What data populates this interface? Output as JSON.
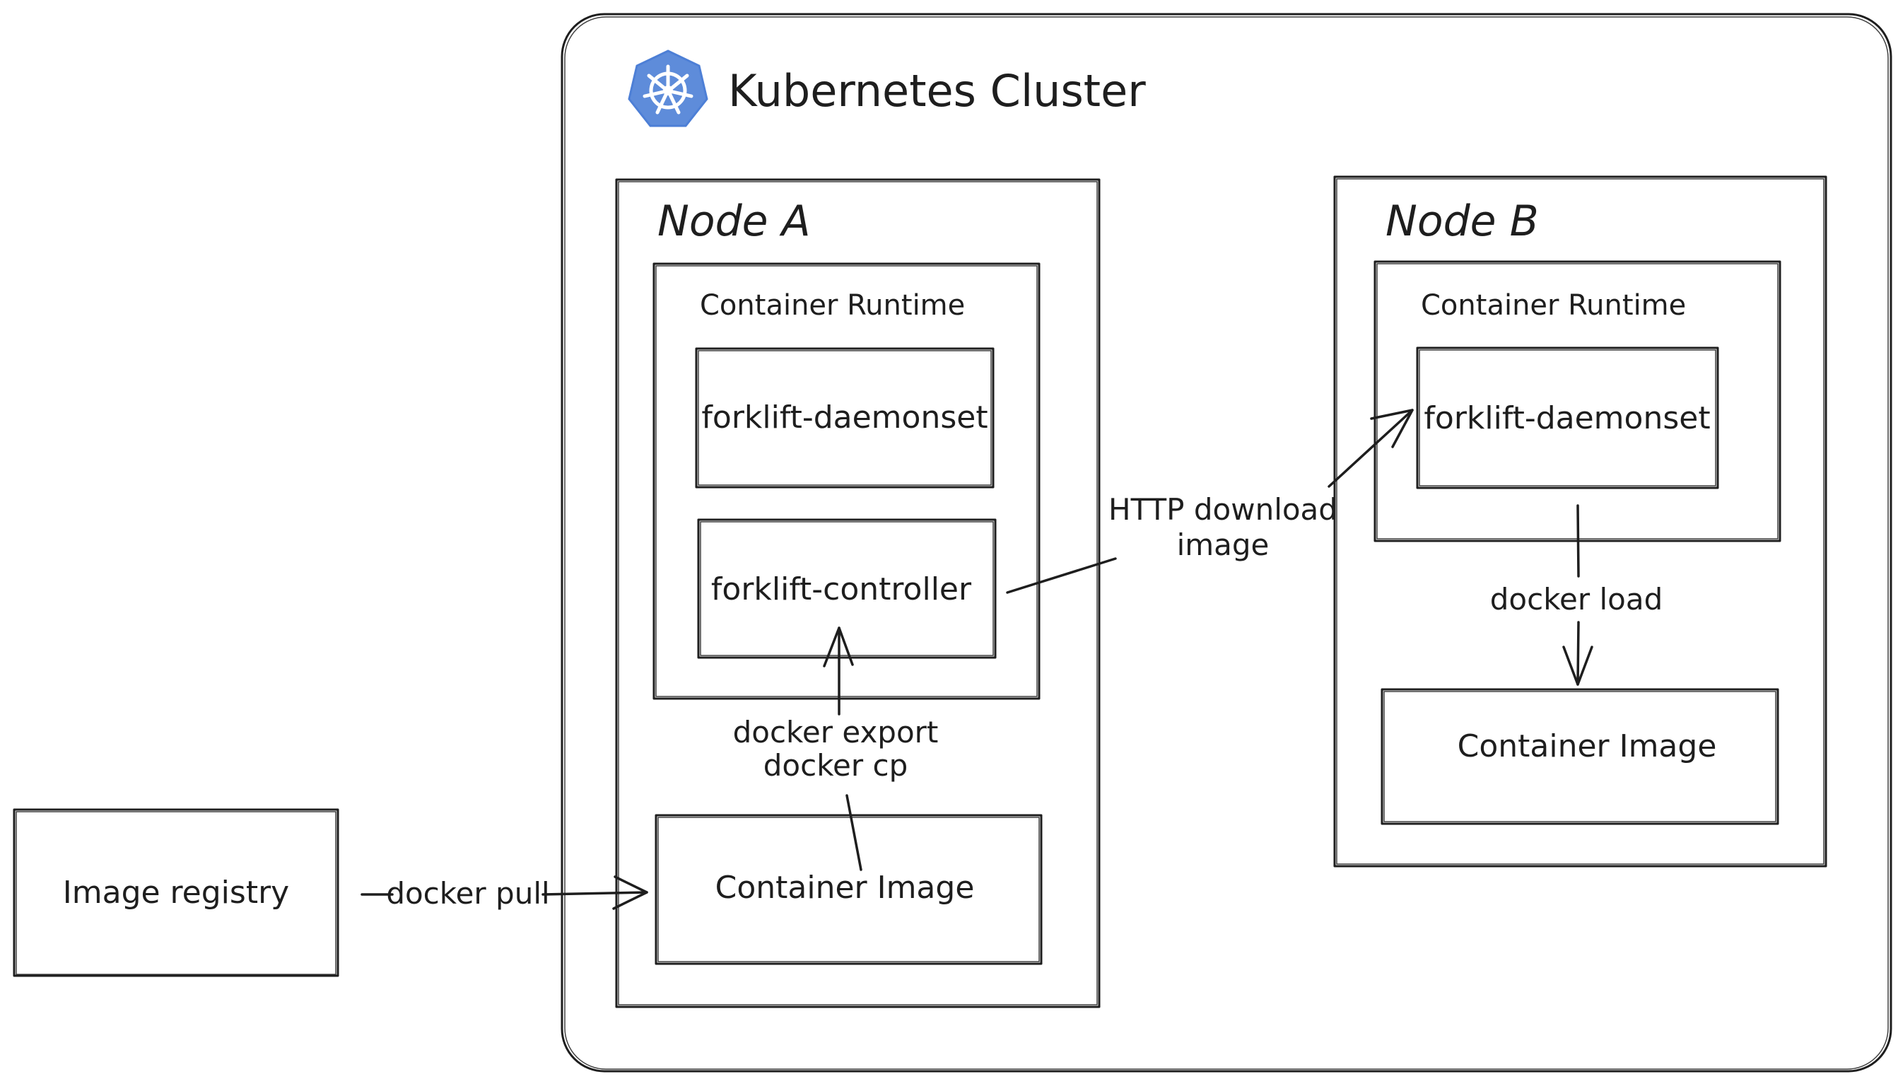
{
  "cluster": {
    "title": "Kubernetes Cluster",
    "logo_icon": "kubernetes-helm-icon",
    "logo_color": "#4d7fd6"
  },
  "external": {
    "registry_label": "Image registry"
  },
  "node_a": {
    "title": "Node A",
    "runtime_label": "Container Runtime",
    "daemonset_label": "forklift-daemonset",
    "controller_label": "forklift-controller",
    "image_label": "Container Image"
  },
  "node_b": {
    "title": "Node B",
    "runtime_label": "Container Runtime",
    "daemonset_label": "forklift-daemonset",
    "image_label": "Container Image"
  },
  "edges": {
    "pull": "docker pull",
    "export_line1": "docker export",
    "export_line2": "docker cp",
    "http_line1": "HTTP download",
    "http_line2": "image",
    "load": "docker load"
  }
}
